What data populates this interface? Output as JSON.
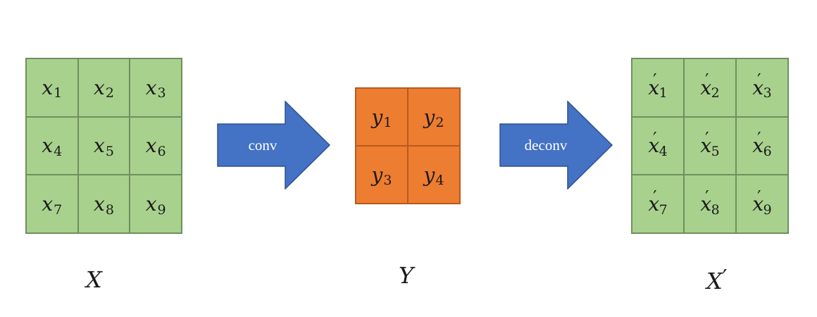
{
  "colors": {
    "input_fill": "#a9d18e",
    "output_fill": "#ed7d31",
    "arrow_fill": "#4472c4"
  },
  "input_grid": {
    "cells": [
      {
        "var": "x",
        "sub": "1"
      },
      {
        "var": "x",
        "sub": "2"
      },
      {
        "var": "x",
        "sub": "3"
      },
      {
        "var": "x",
        "sub": "4"
      },
      {
        "var": "x",
        "sub": "5"
      },
      {
        "var": "x",
        "sub": "6"
      },
      {
        "var": "x",
        "sub": "7"
      },
      {
        "var": "x",
        "sub": "8"
      },
      {
        "var": "x",
        "sub": "9"
      }
    ],
    "label": "X"
  },
  "conv_arrow": {
    "label": "conv"
  },
  "feature_grid": {
    "cells": [
      {
        "var": "y",
        "sub": "1"
      },
      {
        "var": "y",
        "sub": "2"
      },
      {
        "var": "y",
        "sub": "3"
      },
      {
        "var": "y",
        "sub": "4"
      }
    ],
    "label": "Y"
  },
  "deconv_arrow": {
    "label": "deconv"
  },
  "output_grid": {
    "cells": [
      {
        "var": "x",
        "prime": "′",
        "sub": "1"
      },
      {
        "var": "x",
        "prime": "′",
        "sub": "2"
      },
      {
        "var": "x",
        "prime": "′",
        "sub": "3"
      },
      {
        "var": "x",
        "prime": "′",
        "sub": "4"
      },
      {
        "var": "x",
        "prime": "′",
        "sub": "5"
      },
      {
        "var": "x",
        "prime": "′",
        "sub": "6"
      },
      {
        "var": "x",
        "prime": "′",
        "sub": "7"
      },
      {
        "var": "x",
        "prime": "′",
        "sub": "8"
      },
      {
        "var": "x",
        "prime": "′",
        "sub": "9"
      }
    ],
    "label": "X",
    "label_prime": "′"
  }
}
